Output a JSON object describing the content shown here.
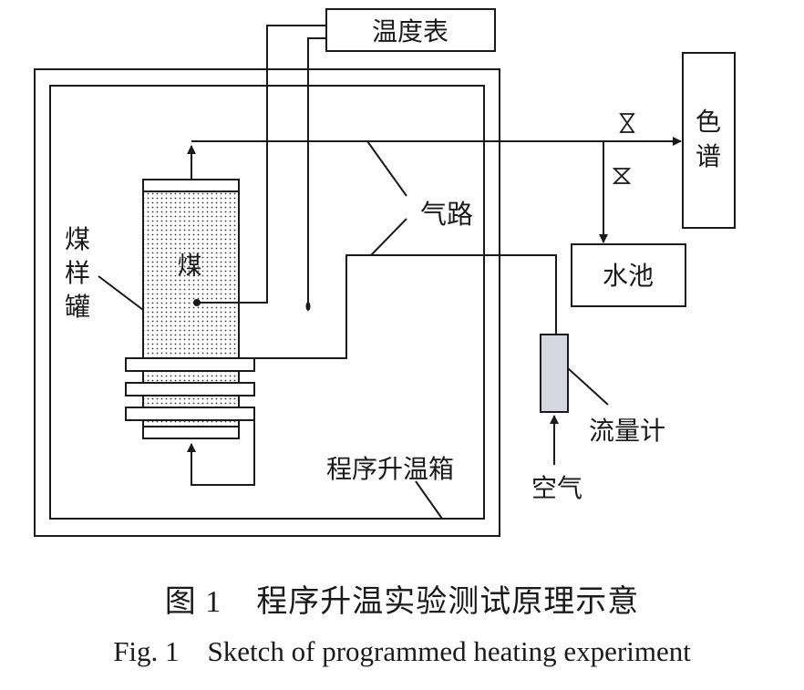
{
  "labels": {
    "thermometer": "温度表",
    "chromatograph_line1": "色",
    "chromatograph_line2": "谱",
    "gas_path": "气路",
    "coal": "煤",
    "coal_tank_line1": "煤",
    "coal_tank_line2": "样",
    "coal_tank_line3": "罐",
    "water_pool": "水池",
    "flowmeter": "流量计",
    "oven": "程序升温箱",
    "air": "空气"
  },
  "caption": {
    "cn": "图 1    程序升温实验测试原理示意",
    "en": "Fig. 1    Sketch of programmed heating experiment"
  },
  "colors": {
    "line": "#1a1a1a",
    "flowmeter_fill": "#d4d8e0",
    "background": "#ffffff"
  }
}
